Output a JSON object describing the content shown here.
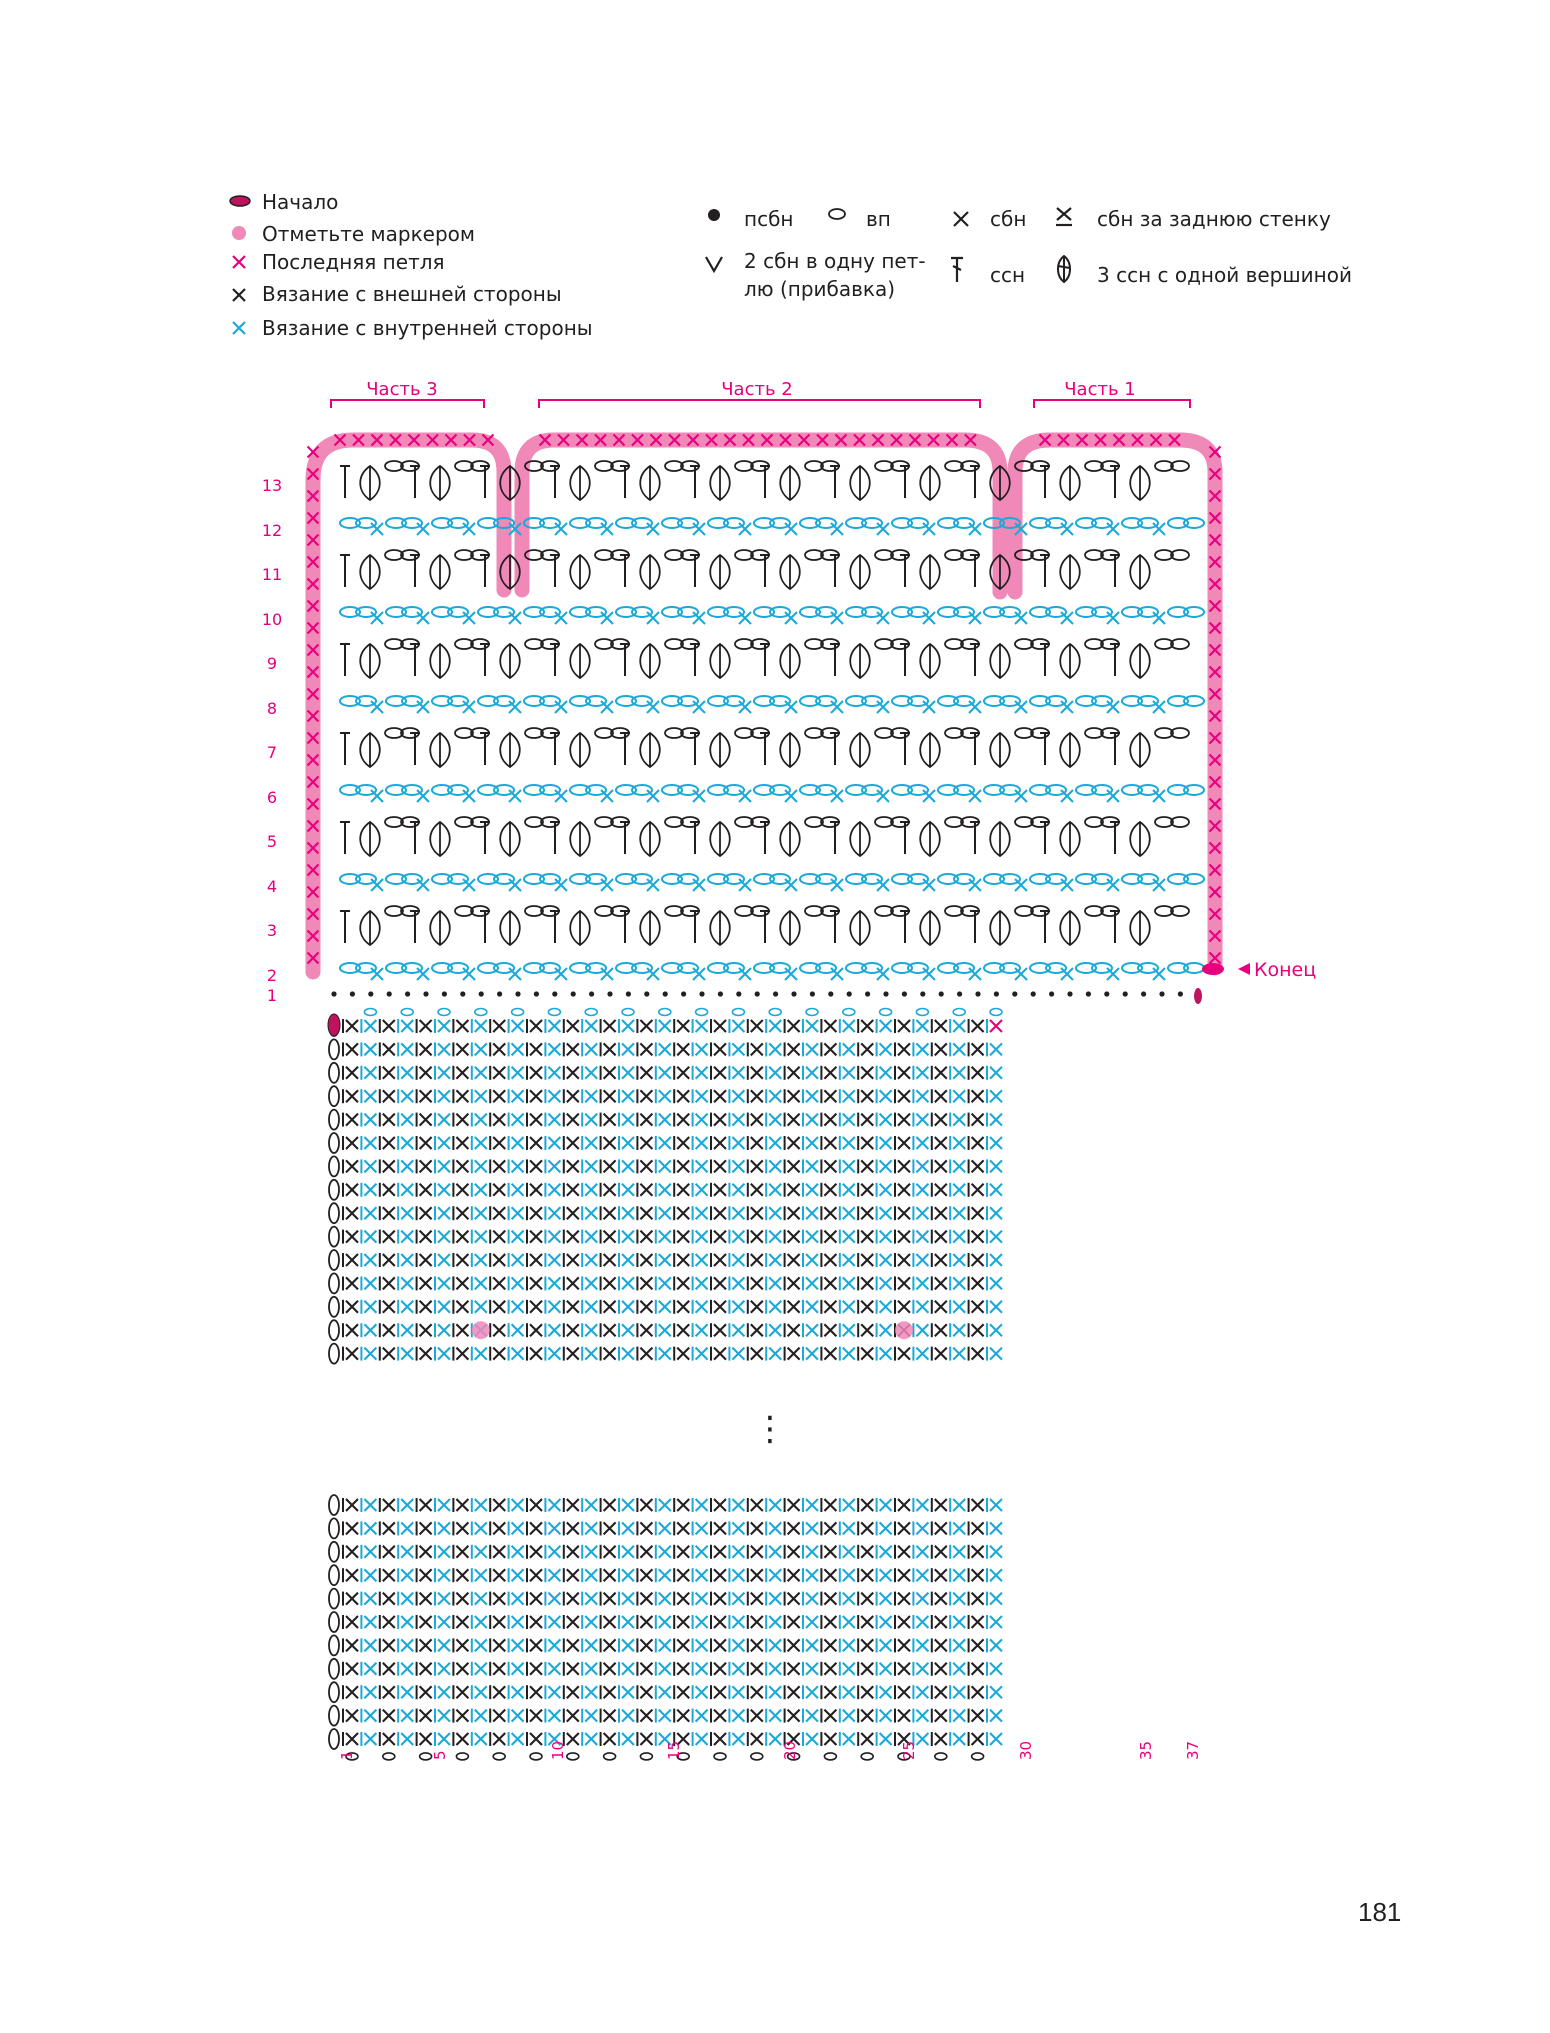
{
  "legend_left": [
    {
      "label": "Начало",
      "icon": "oval-dark-magenta",
      "color": "#c0135f"
    },
    {
      "label": "Отметьте маркером",
      "icon": "dot-pink",
      "color": "#f088b8"
    },
    {
      "label": "Последняя петля",
      "icon": "cross-magenta",
      "color": "#e6007e"
    },
    {
      "label": "Вязание с внешней стороны",
      "icon": "cross-black",
      "color": "#231f20"
    },
    {
      "label": "Вязание с внутренней стороны",
      "icon": "cross-cyan",
      "color": "#1aa9d8"
    }
  ],
  "legend_keys": {
    "psbn": "псбн",
    "vp": "вп",
    "sbn": "сбн",
    "sbn_back": "сбн за заднюю стенку",
    "inc_line1": "2 сбн в одну пет-",
    "inc_line2": "лю (прибавка)",
    "ssn": "ссн",
    "ssn3": "3 ссн с одной вершиной"
  },
  "sections": {
    "part3": "Часть 3",
    "part2": "Часть 2",
    "part1": "Часть 1"
  },
  "end_label": "Конец",
  "row_numbers": [
    "13",
    "12",
    "11",
    "10",
    "9",
    "8",
    "7",
    "6",
    "5",
    "4",
    "3",
    "2",
    "1"
  ],
  "column_numbers": [
    "1",
    "5",
    "10",
    "15",
    "20",
    "25",
    "30",
    "35",
    "37"
  ],
  "ellipsis": "⋮",
  "page_number": "181",
  "colors": {
    "magenta": "#e6007e",
    "pink": "#f088b8",
    "cyan": "#1aa9d8",
    "black": "#231f20",
    "dark_magenta": "#c0135f"
  }
}
